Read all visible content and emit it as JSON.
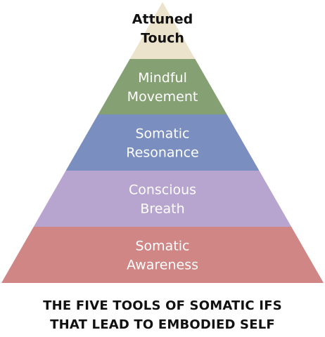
{
  "pyramid": {
    "tiers": [
      {
        "lines": [
          "Attuned",
          "Touch"
        ],
        "color": "#ebe3cc",
        "text_color": "#111111"
      },
      {
        "lines": [
          "Mindful",
          "Movement"
        ],
        "color": "#85a173",
        "text_color": "#ffffff"
      },
      {
        "lines": [
          "Somatic",
          "Resonance"
        ],
        "color": "#7a8fc0",
        "text_color": "#ffffff"
      },
      {
        "lines": [
          "Conscious",
          "Breath"
        ],
        "color": "#b7a5cf",
        "text_color": "#ffffff"
      },
      {
        "lines": [
          "Somatic",
          "Awareness"
        ],
        "color": "#cf8684",
        "text_color": "#ffffff"
      }
    ]
  },
  "caption": {
    "line1": "THE FIVE TOOLS OF SOMATIC IFS",
    "line2": "THAT LEAD TO EMBODIED SELF"
  }
}
